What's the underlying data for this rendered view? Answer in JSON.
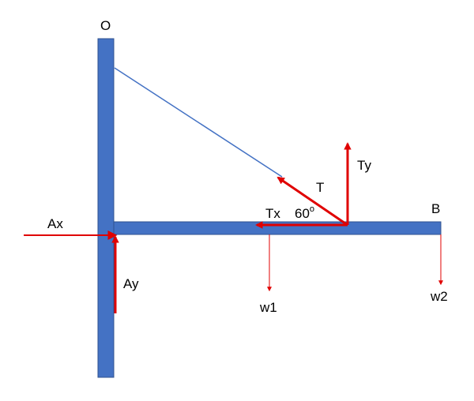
{
  "labels": {
    "point_O": "O",
    "point_B": "B",
    "tension": "T",
    "tension_x": "Tx",
    "tension_y": "Ty",
    "angle": "60",
    "angle_unit": "o",
    "reaction_x": "Ax",
    "reaction_y": "Ay",
    "weight_1": "w1",
    "weight_2": "w2"
  },
  "colors": {
    "beam": "#4472c4",
    "beam_stroke": "#2f528f",
    "cable": "#4472c4",
    "force_arrow": "#e00000",
    "text": "#000000"
  }
}
